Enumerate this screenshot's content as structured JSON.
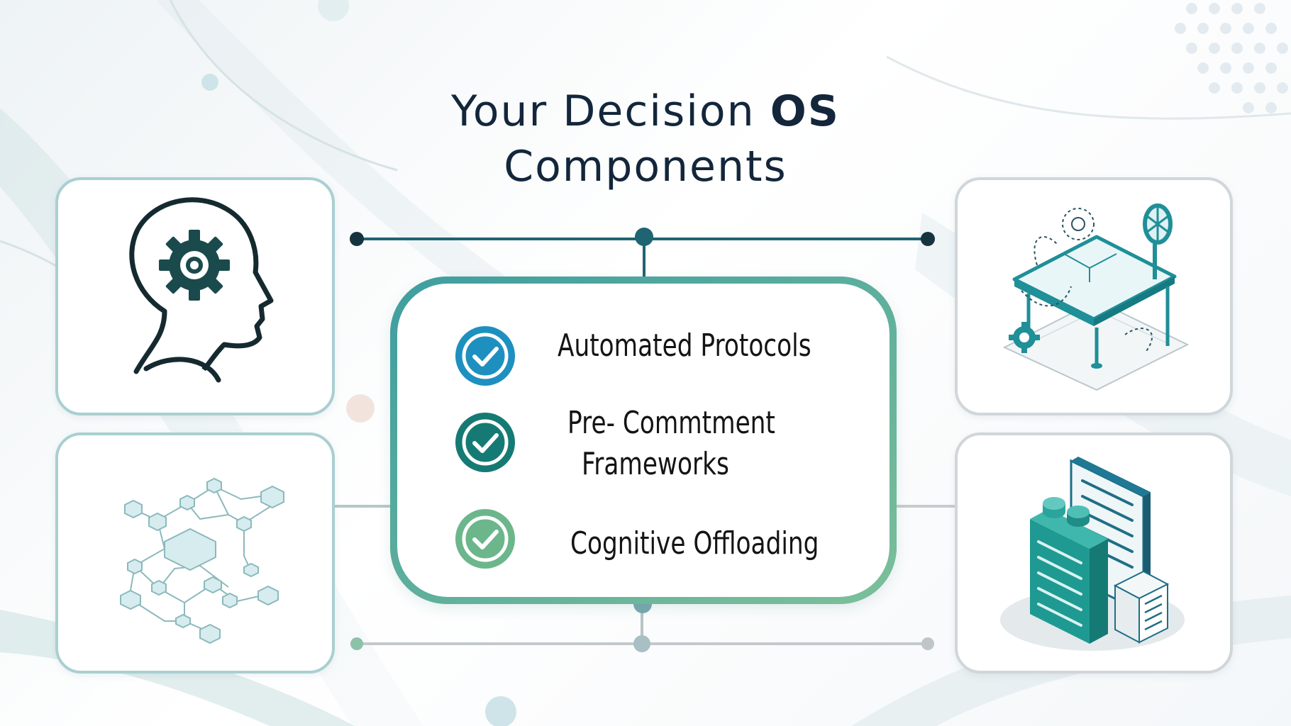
{
  "title": {
    "line1_prefix": "Your Decision ",
    "line1_bold": "OS",
    "line2": "Components"
  },
  "components": [
    {
      "label": "Automated Protocols",
      "icon": "check-circle-icon",
      "color": "#1e90c0"
    },
    {
      "label_line1": "Pre- Commtment",
      "label_line2": "Frameworks",
      "icon": "check-circle-icon",
      "color": "#167a74"
    },
    {
      "label": "Cognitive Offloading",
      "icon": "check-circle-icon",
      "color": "#6cb68c"
    }
  ],
  "cards": {
    "top_left": {
      "icon": "head-gear-icon"
    },
    "bottom_left": {
      "icon": "network-nodes-icon"
    },
    "top_right": {
      "icon": "isometric-platform-icon"
    },
    "bottom_right": {
      "icon": "servers-documents-icon"
    }
  },
  "colors": {
    "title": "#13263b",
    "teal_dark": "#1d5f6b",
    "teal": "#2a9aa0",
    "green": "#5fac9a",
    "connector_gray": "#b5bcbf"
  }
}
